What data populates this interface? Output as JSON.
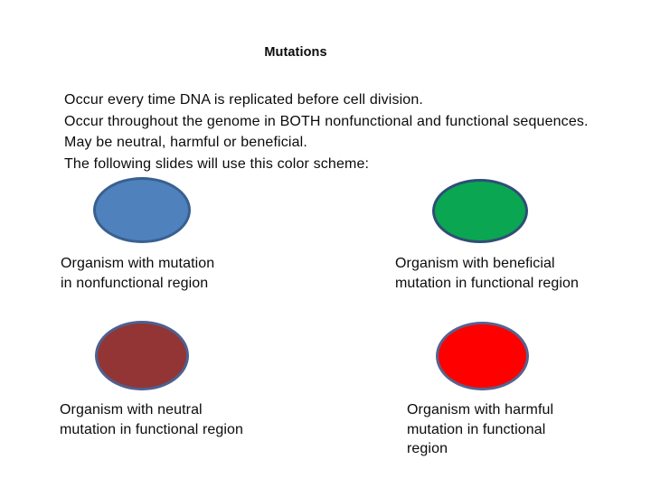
{
  "slide": {
    "background_color": "#FFFFFF",
    "text_color": "#0B0B0B",
    "title": "Mutations",
    "body": [
      "Occur every time DNA is replicated before cell division.",
      "Occur throughout the genome in BOTH nonfunctional and functional sequences.",
      "May be neutral, harmful or beneficial.",
      "The following slides will use this color scheme:"
    ],
    "legend": [
      {
        "id": "mutation-nonfunctional-region",
        "shape": "ellipse",
        "fill": "#4F81BD",
        "stroke": "#38608F",
        "label_lines": [
          "Organism with mutation",
          "in nonfunctional region"
        ]
      },
      {
        "id": "beneficial-mutation-functional-region",
        "shape": "ellipse",
        "fill": "#0AA651",
        "stroke": "#2F4E76",
        "label_lines": [
          "Organism with beneficial",
          "mutation in functional region"
        ]
      },
      {
        "id": "neutral-mutation-functional-region",
        "shape": "ellipse",
        "fill": "#923534",
        "stroke": "#4E6090",
        "label_lines": [
          "Organism with neutral",
          "mutation in functional region"
        ]
      },
      {
        "id": "harmful-mutation-functional-region",
        "shape": "ellipse",
        "fill": "#FF0000",
        "stroke": "#556390",
        "label_lines": [
          "Organism with harmful",
          "mutation in functional",
          "region"
        ]
      }
    ]
  }
}
